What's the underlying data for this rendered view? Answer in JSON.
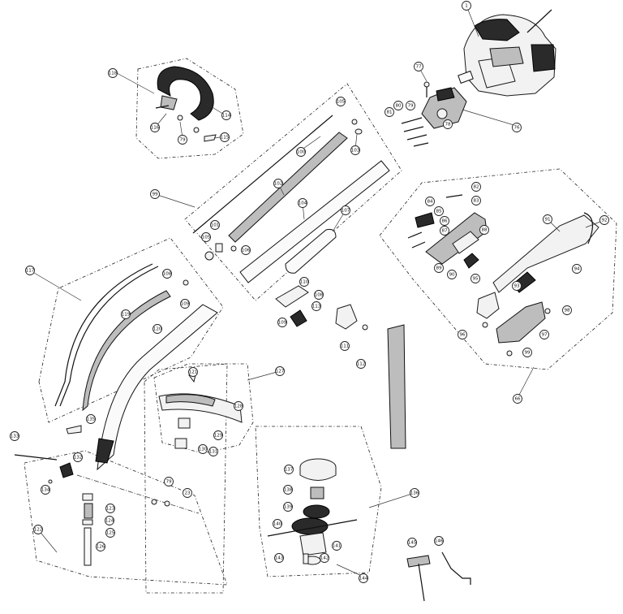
{
  "callouts": [
    {
      "id": "c1",
      "label": "1"
    },
    {
      "id": "c118",
      "label": "118"
    },
    {
      "id": "c114",
      "label": "114"
    },
    {
      "id": "c116",
      "label": "116"
    },
    {
      "id": "c79a",
      "label": "79"
    },
    {
      "id": "c115",
      "label": "115"
    },
    {
      "id": "c77",
      "label": "77"
    },
    {
      "id": "c81",
      "label": "81"
    },
    {
      "id": "c80",
      "label": "80"
    },
    {
      "id": "c79b",
      "label": "79"
    },
    {
      "id": "c78",
      "label": "78"
    },
    {
      "id": "c76",
      "label": "76"
    },
    {
      "id": "c105a",
      "label": "105"
    },
    {
      "id": "c100",
      "label": "100"
    },
    {
      "id": "c103",
      "label": "103"
    },
    {
      "id": "c99",
      "label": "99"
    },
    {
      "id": "c102",
      "label": "102"
    },
    {
      "id": "c104",
      "label": "104"
    },
    {
      "id": "c107",
      "label": "107"
    },
    {
      "id": "c101",
      "label": "101"
    },
    {
      "id": "c105b",
      "label": "105"
    },
    {
      "id": "c106",
      "label": "106"
    },
    {
      "id": "c82",
      "label": "82"
    },
    {
      "id": "c84",
      "label": "84"
    },
    {
      "id": "c83",
      "label": "83"
    },
    {
      "id": "c85",
      "label": "85"
    },
    {
      "id": "c86",
      "label": "86"
    },
    {
      "id": "c87",
      "label": "87"
    },
    {
      "id": "c88",
      "label": "88"
    },
    {
      "id": "c89",
      "label": "89"
    },
    {
      "id": "c90",
      "label": "90"
    },
    {
      "id": "c91",
      "label": "91"
    },
    {
      "id": "c92",
      "label": "92"
    },
    {
      "id": "c94",
      "label": "94"
    },
    {
      "id": "c93",
      "label": "93"
    },
    {
      "id": "c95",
      "label": "95"
    },
    {
      "id": "c98",
      "label": "98"
    },
    {
      "id": "c96",
      "label": "96"
    },
    {
      "id": "c97",
      "label": "97"
    },
    {
      "id": "c99b",
      "label": "99"
    },
    {
      "id": "c66",
      "label": "66"
    },
    {
      "id": "c117",
      "label": "117"
    },
    {
      "id": "c108",
      "label": "108"
    },
    {
      "id": "c119",
      "label": "119"
    },
    {
      "id": "c109",
      "label": "109"
    },
    {
      "id": "c120",
      "label": "120"
    },
    {
      "id": "c110",
      "label": "110"
    },
    {
      "id": "c108b",
      "label": "108"
    },
    {
      "id": "c113",
      "label": "113"
    },
    {
      "id": "c109b",
      "label": "109"
    },
    {
      "id": "c111",
      "label": "111"
    },
    {
      "id": "c112",
      "label": "112"
    },
    {
      "id": "c121",
      "label": "121"
    },
    {
      "id": "c127",
      "label": "127"
    },
    {
      "id": "c128",
      "label": "128"
    },
    {
      "id": "c129",
      "label": "129"
    },
    {
      "id": "c130",
      "label": "130"
    },
    {
      "id": "c131",
      "label": "131"
    },
    {
      "id": "c133",
      "label": "133"
    },
    {
      "id": "c132",
      "label": "132"
    },
    {
      "id": "c134",
      "label": "134"
    },
    {
      "id": "c122",
      "label": "122"
    },
    {
      "id": "c123",
      "label": "123"
    },
    {
      "id": "c124",
      "label": "124"
    },
    {
      "id": "c125",
      "label": "125"
    },
    {
      "id": "c126",
      "label": "126"
    },
    {
      "id": "c135",
      "label": "135"
    },
    {
      "id": "c79c",
      "label": "79"
    },
    {
      "id": "c23",
      "label": "23"
    },
    {
      "id": "c137",
      "label": "137"
    },
    {
      "id": "c138",
      "label": "138"
    },
    {
      "id": "c139",
      "label": "139"
    },
    {
      "id": "c140",
      "label": "140"
    },
    {
      "id": "c141",
      "label": "141"
    },
    {
      "id": "c143",
      "label": "143"
    },
    {
      "id": "c142",
      "label": "142"
    },
    {
      "id": "c144",
      "label": "144"
    },
    {
      "id": "c136",
      "label": "136"
    },
    {
      "id": "c145",
      "label": "145"
    },
    {
      "id": "c146",
      "label": "146"
    }
  ]
}
